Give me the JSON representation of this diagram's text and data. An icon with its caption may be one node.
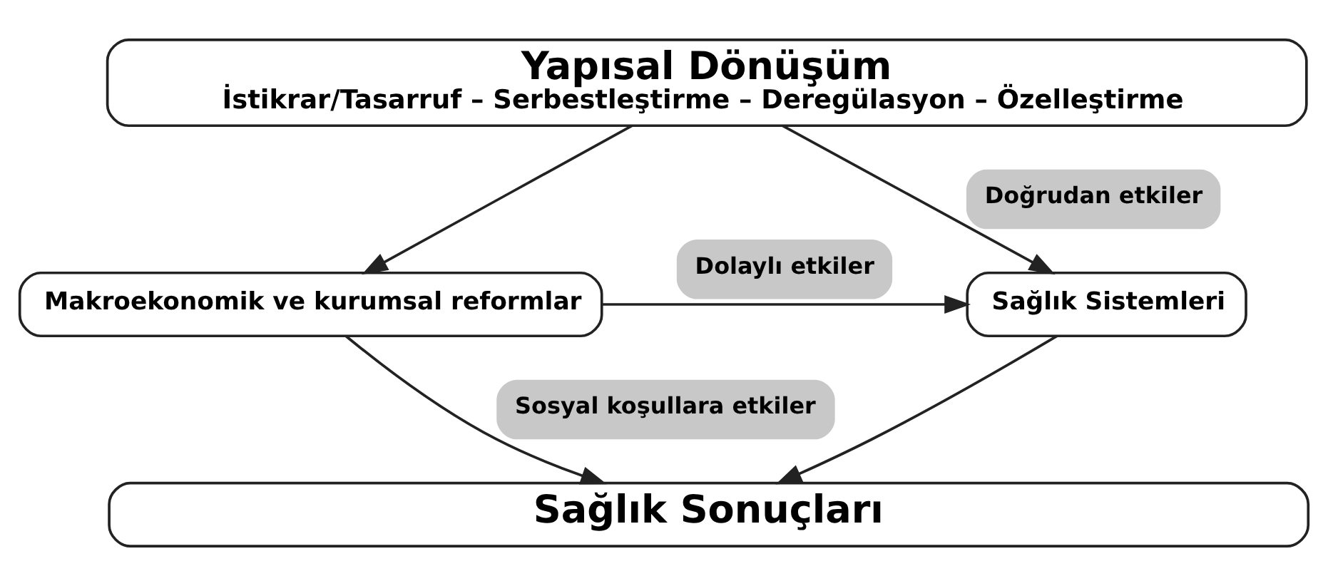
{
  "diagram": {
    "nodes": [
      {
        "text": [
          "Yapısal Dönüşüm",
          "İstikrar/Tasarruf – Serbestleştirme – Deregülasyon – Özelleştirme"
        ]
      },
      {
        "text": [
          "Makroekonomik ve kurumsal reformlar"
        ]
      },
      {
        "text": [
          "Sağlık Sistemleri"
        ]
      },
      {
        "text": [
          "Sağlık Sonuçları"
        ]
      }
    ],
    "edges": [
      {
        "from": 0,
        "to": 2,
        "arrow": "to",
        "label": "Doğrudan etkiler"
      },
      {
        "from": 0,
        "to": 1,
        "arrow": "to"
      },
      {
        "from": 1,
        "to": 2,
        "arrow": "to",
        "label": "Dolaylı etkiler"
      },
      {
        "from": 2,
        "to": 3,
        "arrow": "to"
      },
      {
        "from": 1,
        "to": 3,
        "arrow": "to",
        "label": "Sosyal koşullara etkiler"
      }
    ]
  }
}
